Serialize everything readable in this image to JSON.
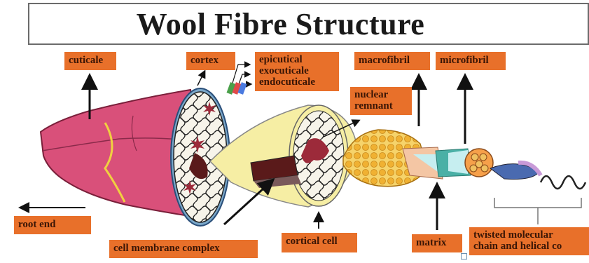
{
  "title": "Wool Fibre Structure",
  "labels": {
    "cuticle": "cuticale",
    "cortex": "cortex",
    "cuticle_layers": "epicutical\nexocuticale\nendocuticale",
    "macrofibril": "macrofibril",
    "microfibril": "microfibril",
    "nuclear_remnant": "nuclear\nremnant",
    "root_end": "root end",
    "cell_membrane_complex": "cell membrane complex",
    "cortical_cell": "cortical cell",
    "matrix": "matrix",
    "twisted_chain": "twisted molecular\nchain and helical co"
  },
  "colors": {
    "label_bg": "#e8702a",
    "label_text": "#3b1606",
    "fibre_pink": "#d9507a",
    "cortex_yellow": "#f6eea4",
    "macrofibril_orange": "#f2b93b"
  }
}
